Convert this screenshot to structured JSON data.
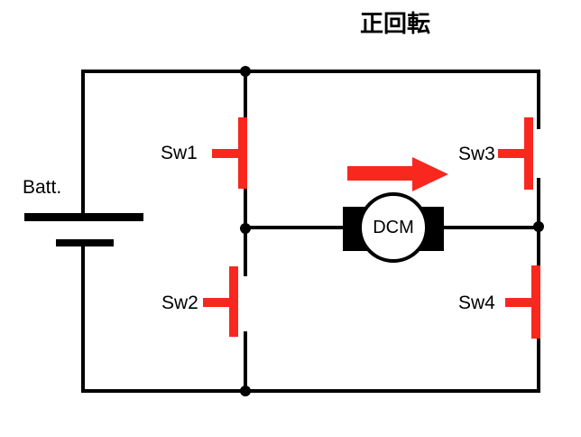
{
  "title": "正回転",
  "colors": {
    "wire": "#000000",
    "switch_active": "#f8281f",
    "arrow": "#f8281f",
    "bg": "#ffffff"
  },
  "battery": {
    "label": "Batt."
  },
  "motor": {
    "label": "DCM"
  },
  "switches": [
    {
      "label": "Sw1",
      "state": "on"
    },
    {
      "label": "Sw2",
      "state": "off"
    },
    {
      "label": "Sw3",
      "state": "off"
    },
    {
      "label": "Sw4",
      "state": "on"
    }
  ],
  "arrow": {
    "direction": "right"
  }
}
